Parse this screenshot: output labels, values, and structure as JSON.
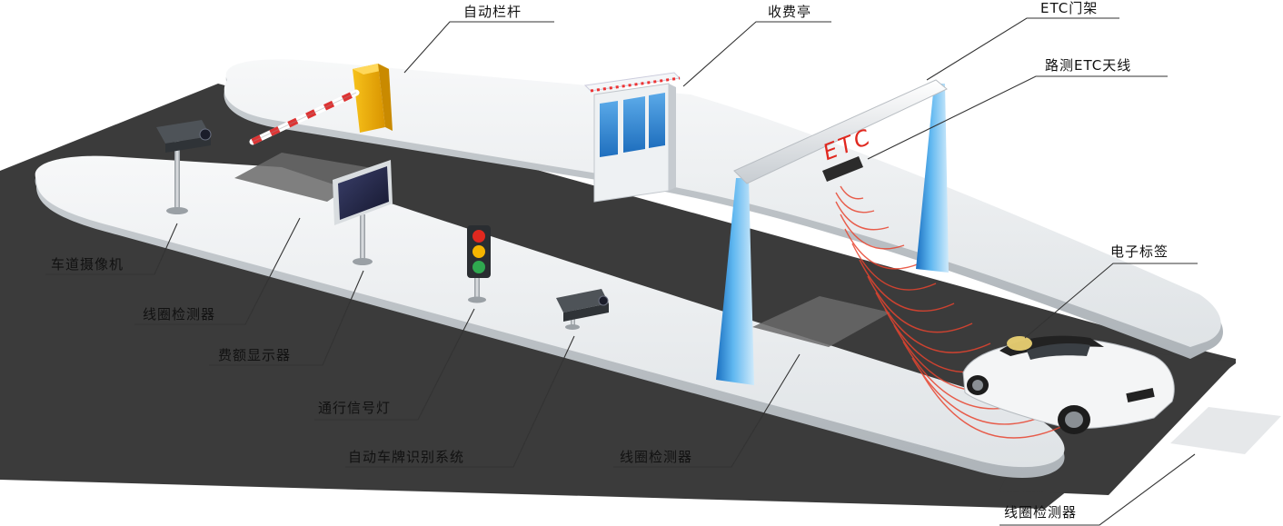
{
  "labels": {
    "barrier_gate": "自动栏杆",
    "toll_booth": "收费亭",
    "etc_gantry": "ETC门架",
    "rsu_antenna": "路测ETC天线",
    "lane_camera": "车道摄像机",
    "loop_detector_1": "线圈检测器",
    "fee_display": "费额显示器",
    "traffic_light": "通行信号灯",
    "plate_recognition": "自动车牌识别系统",
    "loop_detector_2": "线圈检测器",
    "electronic_tag": "电子标签",
    "loop_detector_3": "线圈检测器"
  },
  "gantry_sign": "ETC",
  "colors": {
    "road": "#3a3a3a",
    "island": "#eceff1",
    "gantry_blue": "#2f8fd8",
    "signal_waves": "#e8442f",
    "gate_yellow": "#f5b400",
    "leader_line": "#333333"
  }
}
